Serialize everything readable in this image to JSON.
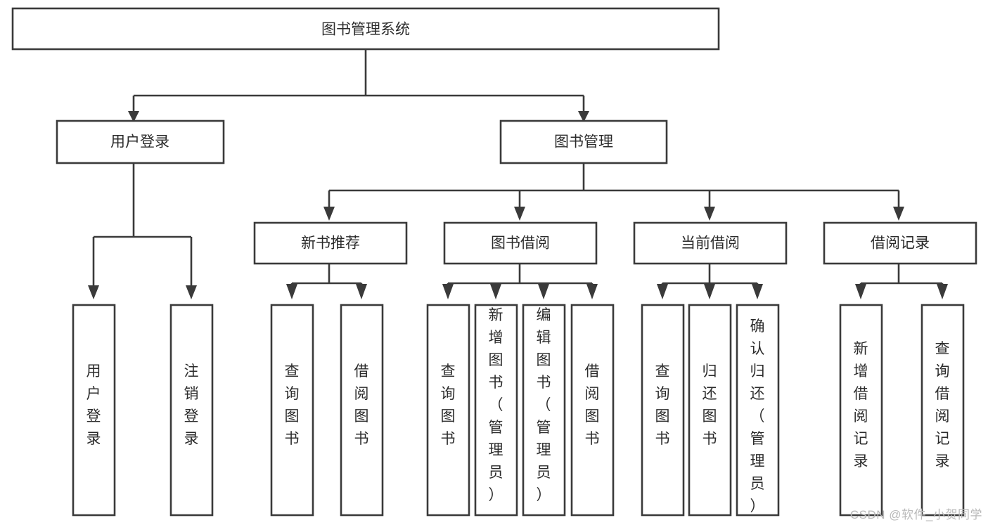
{
  "diagram": {
    "title": "图书管理系统",
    "watermark": "CSDN @软件_小贺同学",
    "colors": {
      "stroke": "#3a3a3a",
      "fill": "#ffffff",
      "text": "#2b2b2b",
      "watermark": "#b9b9b9"
    },
    "root": {
      "label": "图书管理系统"
    },
    "level2": [
      {
        "label": "用户登录"
      },
      {
        "label": "图书管理"
      }
    ],
    "level3": [
      {
        "label": "新书推荐"
      },
      {
        "label": "图书借阅"
      },
      {
        "label": "当前借阅"
      },
      {
        "label": "借阅记录"
      }
    ],
    "leaves": {
      "user_login": [
        {
          "label": "用户登录"
        },
        {
          "label": "注销登录"
        }
      ],
      "new_book_recommend": [
        {
          "label": "查询图书"
        },
        {
          "label": "借阅图书"
        }
      ],
      "book_borrow": [
        {
          "label": "查询图书"
        },
        {
          "label": "新增图书（管理员）"
        },
        {
          "label": "编辑图书（管理员）"
        },
        {
          "label": "借阅图书"
        }
      ],
      "current_borrow": [
        {
          "label": "查询图书"
        },
        {
          "label": "归还图书"
        },
        {
          "label": "确认归还（管理员）"
        }
      ],
      "borrow_records": [
        {
          "label": "新增借阅记录"
        },
        {
          "label": "查询借阅记录"
        }
      ]
    }
  }
}
